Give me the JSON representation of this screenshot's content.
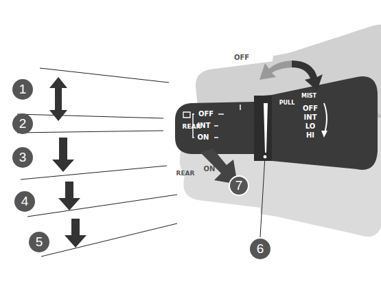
{
  "diagram": {
    "nodes": [
      {
        "text": [
          "1"
        ]
      },
      {
        "text": [
          "2"
        ]
      },
      {
        "text": [
          "3"
        ]
      },
      {
        "text": [
          "4"
        ]
      },
      {
        "text": [
          "5"
        ]
      },
      {
        "text": [
          "6"
        ]
      },
      {
        "text": [
          "7"
        ]
      }
    ],
    "labels": [
      "REAR",
      "OFF",
      "INT",
      "ON",
      "PULL",
      "MIST",
      "OFF",
      "INT",
      "LO",
      "HI",
      "OFF",
      "ON",
      "REAR"
    ]
  }
}
